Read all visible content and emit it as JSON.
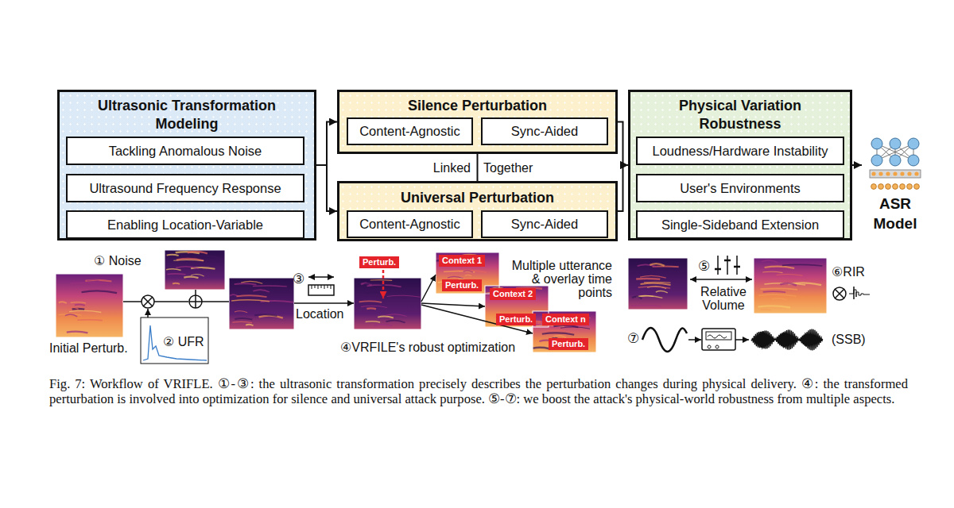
{
  "diagram": {
    "caption": "Fig. 7: Workflow of VRIFLE. ①-③: the ultrasonic transformation precisely describes the perturbation changes during physical delivery. ④: the transformed perturbation is involved into optimization for silence and universal attack purpose. ⑤-⑦: we boost the attack's physical-world robustness from multiple aspects.",
    "nodes": [
      {
        "text": [
          "Ultrasonic Transformation Modeling"
        ]
      },
      {
        "text": [
          "Tackling Anomalous Noise"
        ],
        "in": 0
      },
      {
        "text": [
          "Ultrasound Frequency Response"
        ],
        "in": 0
      },
      {
        "text": [
          "Enabling Location-Variable"
        ],
        "in": 0
      },
      {
        "text": [
          "Silence Perturbation"
        ]
      },
      {
        "text": [
          "Content-Agnostic"
        ],
        "in": 4
      },
      {
        "text": [
          "Sync-Aided"
        ],
        "in": 4
      },
      {
        "text": [
          "Universal Perturbation"
        ]
      },
      {
        "text": [
          "Content-Agnostic"
        ],
        "in": 7
      },
      {
        "text": [
          "Sync-Aided"
        ],
        "in": 7
      },
      {
        "text": [
          "Physical Variation Robustness"
        ]
      },
      {
        "text": [
          "Loudness/Hardware Instability"
        ],
        "in": 10
      },
      {
        "text": [
          "User's Environments"
        ],
        "in": 10
      },
      {
        "text": [
          "Single-Sideband Extension"
        ],
        "in": 10
      },
      {
        "text": [
          "ASR Model"
        ]
      }
    ],
    "edges": [
      {
        "from": 0,
        "to": 4,
        "arrow": "to"
      },
      {
        "from": 0,
        "to": 7,
        "arrow": "to"
      },
      {
        "from": 4,
        "to": 10,
        "arrow": "to"
      },
      {
        "from": 7,
        "to": 10,
        "arrow": "to"
      },
      {
        "from": 4,
        "to": 7,
        "arrow": "none"
      },
      {
        "from": 10,
        "to": 14,
        "arrow": "to"
      }
    ],
    "labels": [
      "① Noise",
      "Initial Perturb.",
      "② UFR",
      "③",
      "Location",
      "Perturb.",
      "Context 1",
      "Perturb.",
      "Context 2",
      "Perturb.",
      "Context n",
      "Perturb.",
      "Multiple utterance & overlay time points",
      "④VRFILE's robust optimization",
      "⑤",
      "Relative Volume",
      "⑥RIR",
      "⑦",
      "(SSB)",
      "Linked",
      "Together"
    ]
  }
}
